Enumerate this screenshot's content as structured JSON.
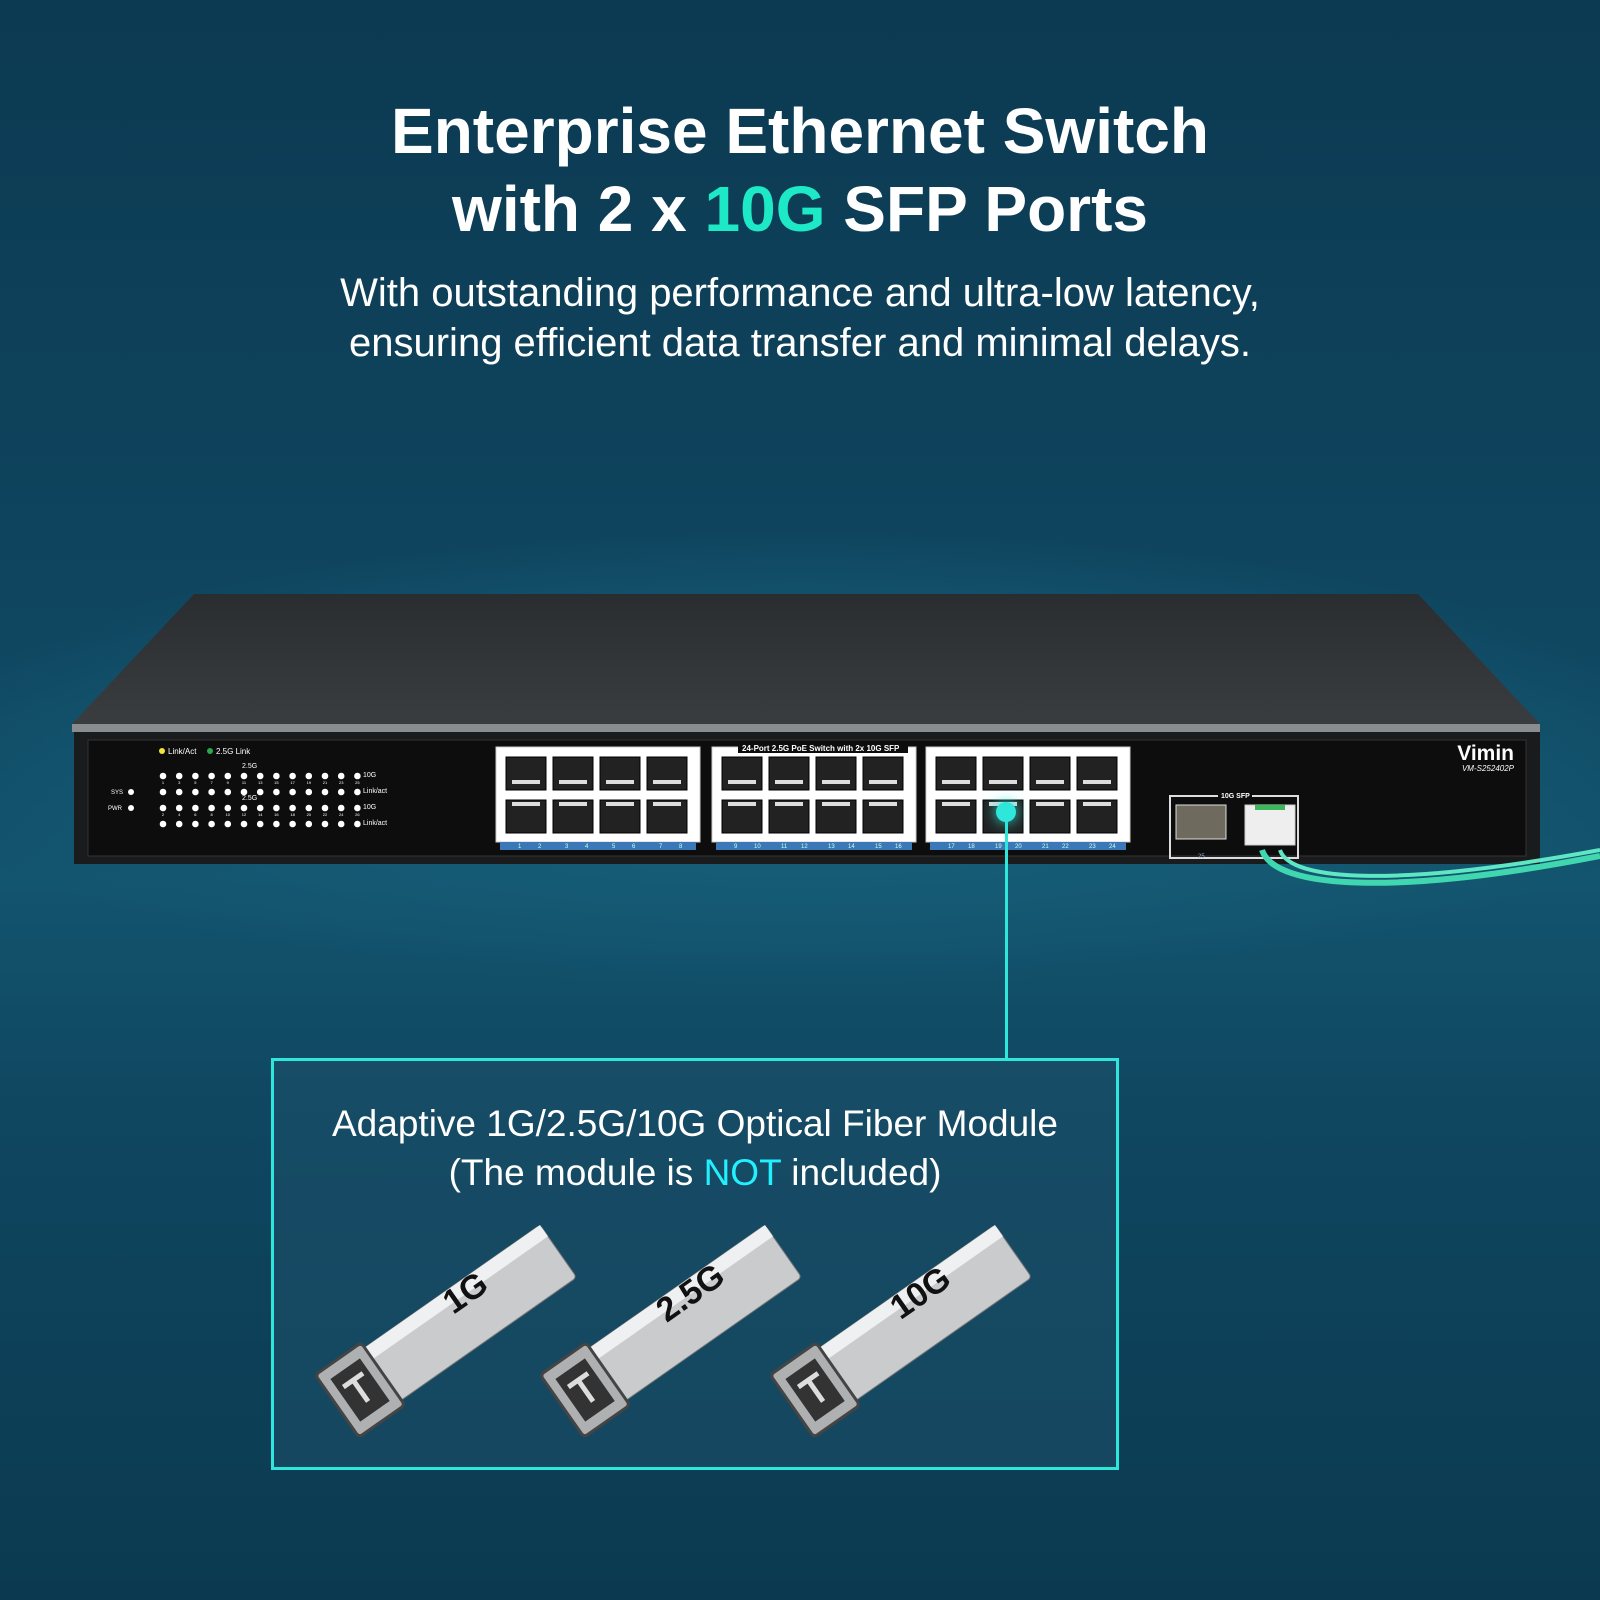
{
  "headline": {
    "line1": "Enterprise Ethernet Switch",
    "line2_prefix": "with 2 x ",
    "line2_accent": "10G",
    "line2_suffix": " SFP Ports"
  },
  "subtitle": {
    "line1": "With outstanding performance and ultra-low latency,",
    "line2": "ensuring efficient data transfer and minimal delays."
  },
  "switch": {
    "brand": "Vimin",
    "model": "VM-S252402P",
    "legend_link_act": "Link/Act",
    "legend_25g": "2.5G Link",
    "group_label": "2.5G",
    "row_labels": [
      "10G",
      "Link/act",
      "10G",
      "Link/act"
    ],
    "sys_label": "SYS",
    "pwr_label": "PWR",
    "port_panel_label": "24-Port 2.5G PoE Switch with 2x 10G SFP",
    "sfp_label": "10G SFP",
    "sfp_ports": [
      "25",
      "26"
    ],
    "led_odd": [
      "1",
      "3",
      "5",
      "7",
      "9",
      "11",
      "13",
      "15",
      "17",
      "19",
      "21",
      "23",
      "25"
    ],
    "led_even": [
      "2",
      "4",
      "6",
      "8",
      "10",
      "12",
      "14",
      "16",
      "18",
      "20",
      "22",
      "24",
      "26"
    ]
  },
  "colors": {
    "accent": "#1de9c6",
    "callout": "#2ee6d9",
    "not": "#22f0ff",
    "fiber": "#3fd6b0"
  },
  "callout": {
    "line1": "Adaptive 1G/2.5G/10G Optical Fiber Module",
    "line2_prefix": "(The module is ",
    "line2_emph": "NOT",
    "line2_suffix": " included)"
  },
  "modules": [
    "1G",
    "2.5G",
    "10G"
  ]
}
